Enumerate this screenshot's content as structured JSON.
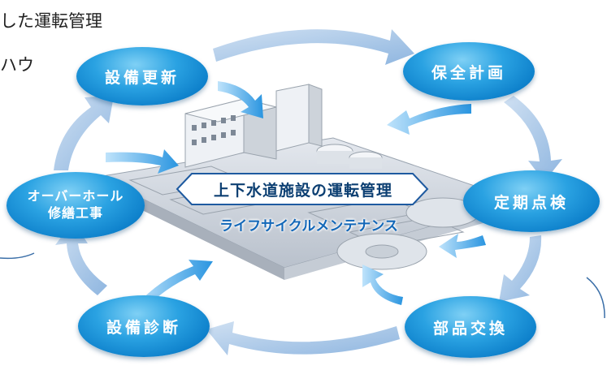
{
  "intro_lines": [
    "した運転管理",
    "ハウ"
  ],
  "center": {
    "title": "上下水道施設の運転管理",
    "subtitle": "ライフサイクルメンテナンス"
  },
  "cycle_steps": [
    {
      "label": "設備更新"
    },
    {
      "label": "保全計画"
    },
    {
      "label": "定期点検"
    },
    {
      "label": "部品交換"
    },
    {
      "label": "設備診断"
    },
    {
      "label": "オーバーホール",
      "label2": "修繕工事"
    }
  ],
  "colors": {
    "badge": "#1a90d8",
    "arrow": "#a9c6e6",
    "arrow_accent": "#4aa8e8",
    "title": "#0c3f72",
    "subtitle": "#1267b8"
  }
}
